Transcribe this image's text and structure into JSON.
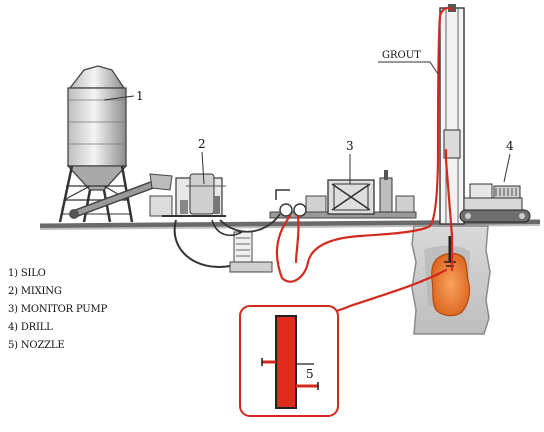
{
  "labels": {
    "silo_number": "1",
    "mixing_number": "2",
    "pump_number": "3",
    "drill_number": "4",
    "nozzle_number": "5",
    "grout": "GROUT"
  },
  "legend": [
    "1) SILO",
    "2) MIXING",
    "3) MONITOR PUMP",
    "4) DRILL",
    "5) NOZZLE"
  ],
  "colors": {
    "grout_line": "#d42a1e",
    "ground": "#c9c9c9",
    "borehole_column": "#e8742c",
    "outline": "#222222"
  }
}
